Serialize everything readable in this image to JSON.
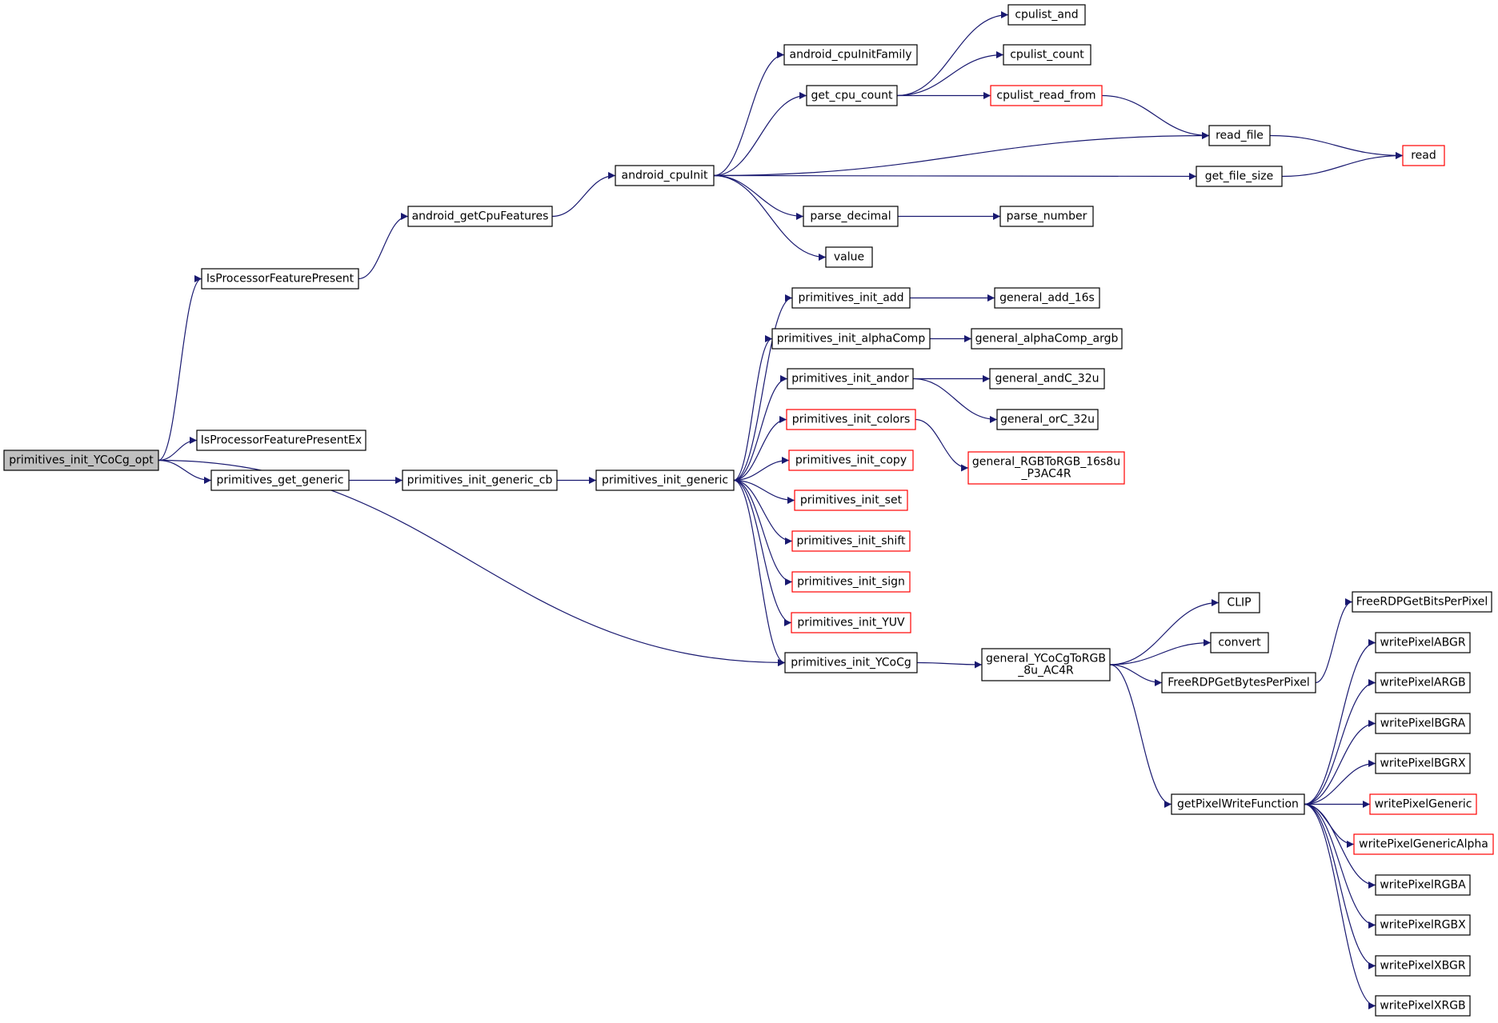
{
  "colors": {
    "edge": "#191970",
    "border_normal": "#000000",
    "border_truncated": "#ff0000",
    "root_fill": "#bfbfbf",
    "node_fill": "#ffffff",
    "text": "#000000"
  },
  "nodes": [
    {
      "id": "primitives_init_YCoCg_opt",
      "lines": [
        "primitives_init_YCoCg_opt"
      ],
      "style": "root"
    },
    {
      "id": "IsProcessorFeaturePresent",
      "lines": [
        "IsProcessorFeaturePresent"
      ],
      "style": "normal"
    },
    {
      "id": "IsProcessorFeaturePresentEx",
      "lines": [
        "IsProcessorFeaturePresentEx"
      ],
      "style": "normal"
    },
    {
      "id": "primitives_get_generic",
      "lines": [
        "primitives_get_generic"
      ],
      "style": "normal"
    },
    {
      "id": "android_getCpuFeatures",
      "lines": [
        "android_getCpuFeatures"
      ],
      "style": "normal"
    },
    {
      "id": "primitives_init_generic_cb",
      "lines": [
        "primitives_init_generic_cb"
      ],
      "style": "normal"
    },
    {
      "id": "android_cpuInit",
      "lines": [
        "android_cpuInit"
      ],
      "style": "normal"
    },
    {
      "id": "primitives_init_generic",
      "lines": [
        "primitives_init_generic"
      ],
      "style": "normal"
    },
    {
      "id": "android_cpuInitFamily",
      "lines": [
        "android_cpuInitFamily"
      ],
      "style": "normal"
    },
    {
      "id": "get_cpu_count",
      "lines": [
        "get_cpu_count"
      ],
      "style": "normal"
    },
    {
      "id": "parse_decimal",
      "lines": [
        "parse_decimal"
      ],
      "style": "normal"
    },
    {
      "id": "value",
      "lines": [
        "value"
      ],
      "style": "normal"
    },
    {
      "id": "primitives_init_add",
      "lines": [
        "primitives_init_add"
      ],
      "style": "normal"
    },
    {
      "id": "primitives_init_alphaComp",
      "lines": [
        "primitives_init_alphaComp"
      ],
      "style": "normal"
    },
    {
      "id": "primitives_init_andor",
      "lines": [
        "primitives_init_andor"
      ],
      "style": "normal"
    },
    {
      "id": "primitives_init_colors",
      "lines": [
        "primitives_init_colors"
      ],
      "style": "truncated"
    },
    {
      "id": "primitives_init_copy",
      "lines": [
        "primitives_init_copy"
      ],
      "style": "truncated"
    },
    {
      "id": "primitives_init_set",
      "lines": [
        "primitives_init_set"
      ],
      "style": "truncated"
    },
    {
      "id": "primitives_init_shift",
      "lines": [
        "primitives_init_shift"
      ],
      "style": "truncated"
    },
    {
      "id": "primitives_init_sign",
      "lines": [
        "primitives_init_sign"
      ],
      "style": "truncated"
    },
    {
      "id": "primitives_init_YUV",
      "lines": [
        "primitives_init_YUV"
      ],
      "style": "truncated"
    },
    {
      "id": "primitives_init_YCoCg",
      "lines": [
        "primitives_init_YCoCg"
      ],
      "style": "normal"
    },
    {
      "id": "cpulist_and",
      "lines": [
        "cpulist_and"
      ],
      "style": "normal"
    },
    {
      "id": "cpulist_count",
      "lines": [
        "cpulist_count"
      ],
      "style": "normal"
    },
    {
      "id": "cpulist_read_from",
      "lines": [
        "cpulist_read_from"
      ],
      "style": "truncated"
    },
    {
      "id": "parse_number",
      "lines": [
        "parse_number"
      ],
      "style": "normal"
    },
    {
      "id": "general_add_16s",
      "lines": [
        "general_add_16s"
      ],
      "style": "normal"
    },
    {
      "id": "general_alphaComp_argb",
      "lines": [
        "general_alphaComp_argb"
      ],
      "style": "normal"
    },
    {
      "id": "general_andC_32u",
      "lines": [
        "general_andC_32u"
      ],
      "style": "normal"
    },
    {
      "id": "general_orC_32u",
      "lines": [
        "general_orC_32u"
      ],
      "style": "normal"
    },
    {
      "id": "general_RGBToRGB_16s8u_P3AC4R",
      "lines": [
        "general_RGBToRGB_16s8u",
        "_P3AC4R"
      ],
      "style": "truncated"
    },
    {
      "id": "general_YCoCgToRGB_8u_AC4R",
      "lines": [
        "general_YCoCgToRGB",
        "_8u_AC4R"
      ],
      "style": "normal"
    },
    {
      "id": "read_file",
      "lines": [
        "read_file"
      ],
      "style": "normal"
    },
    {
      "id": "get_file_size",
      "lines": [
        "get_file_size"
      ],
      "style": "normal"
    },
    {
      "id": "CLIP",
      "lines": [
        "CLIP"
      ],
      "style": "normal"
    },
    {
      "id": "convert",
      "lines": [
        "convert"
      ],
      "style": "normal"
    },
    {
      "id": "FreeRDPGetBytesPerPixel",
      "lines": [
        "FreeRDPGetBytesPerPixel"
      ],
      "style": "normal"
    },
    {
      "id": "getPixelWriteFunction",
      "lines": [
        "getPixelWriteFunction"
      ],
      "style": "normal"
    },
    {
      "id": "read",
      "lines": [
        "read"
      ],
      "style": "truncated"
    },
    {
      "id": "FreeRDPGetBitsPerPixel",
      "lines": [
        "FreeRDPGetBitsPerPixel"
      ],
      "style": "normal"
    },
    {
      "id": "writePixelABGR",
      "lines": [
        "writePixelABGR"
      ],
      "style": "normal"
    },
    {
      "id": "writePixelARGB",
      "lines": [
        "writePixelARGB"
      ],
      "style": "normal"
    },
    {
      "id": "writePixelBGRA",
      "lines": [
        "writePixelBGRA"
      ],
      "style": "normal"
    },
    {
      "id": "writePixelBGRX",
      "lines": [
        "writePixelBGRX"
      ],
      "style": "normal"
    },
    {
      "id": "writePixelGeneric",
      "lines": [
        "writePixelGeneric"
      ],
      "style": "truncated"
    },
    {
      "id": "writePixelGenericAlpha",
      "lines": [
        "writePixelGenericAlpha"
      ],
      "style": "truncated"
    },
    {
      "id": "writePixelRGBA",
      "lines": [
        "writePixelRGBA"
      ],
      "style": "normal"
    },
    {
      "id": "writePixelRGBX",
      "lines": [
        "writePixelRGBX"
      ],
      "style": "normal"
    },
    {
      "id": "writePixelXBGR",
      "lines": [
        "writePixelXBGR"
      ],
      "style": "normal"
    },
    {
      "id": "writePixelXRGB",
      "lines": [
        "writePixelXRGB"
      ],
      "style": "normal"
    }
  ],
  "edges": [
    [
      "primitives_init_YCoCg_opt",
      "IsProcessorFeaturePresent"
    ],
    [
      "primitives_init_YCoCg_opt",
      "IsProcessorFeaturePresentEx"
    ],
    [
      "primitives_init_YCoCg_opt",
      "primitives_get_generic"
    ],
    [
      "primitives_init_YCoCg_opt",
      "primitives_init_YCoCg"
    ],
    [
      "IsProcessorFeaturePresent",
      "android_getCpuFeatures"
    ],
    [
      "android_getCpuFeatures",
      "android_cpuInit"
    ],
    [
      "android_cpuInit",
      "android_cpuInitFamily"
    ],
    [
      "android_cpuInit",
      "get_cpu_count"
    ],
    [
      "android_cpuInit",
      "read_file"
    ],
    [
      "android_cpuInit",
      "get_file_size"
    ],
    [
      "android_cpuInit",
      "parse_decimal"
    ],
    [
      "android_cpuInit",
      "value"
    ],
    [
      "get_cpu_count",
      "cpulist_and"
    ],
    [
      "get_cpu_count",
      "cpulist_count"
    ],
    [
      "get_cpu_count",
      "cpulist_read_from"
    ],
    [
      "cpulist_read_from",
      "read_file"
    ],
    [
      "read_file",
      "read"
    ],
    [
      "get_file_size",
      "read"
    ],
    [
      "parse_decimal",
      "parse_number"
    ],
    [
      "primitives_get_generic",
      "primitives_init_generic_cb"
    ],
    [
      "primitives_init_generic_cb",
      "primitives_init_generic"
    ],
    [
      "primitives_init_generic",
      "primitives_init_add"
    ],
    [
      "primitives_init_generic",
      "primitives_init_alphaComp"
    ],
    [
      "primitives_init_generic",
      "primitives_init_andor"
    ],
    [
      "primitives_init_generic",
      "primitives_init_colors"
    ],
    [
      "primitives_init_generic",
      "primitives_init_copy"
    ],
    [
      "primitives_init_generic",
      "primitives_init_set"
    ],
    [
      "primitives_init_generic",
      "primitives_init_shift"
    ],
    [
      "primitives_init_generic",
      "primitives_init_sign"
    ],
    [
      "primitives_init_generic",
      "primitives_init_YUV"
    ],
    [
      "primitives_init_generic",
      "primitives_init_YCoCg"
    ],
    [
      "primitives_init_add",
      "general_add_16s"
    ],
    [
      "primitives_init_alphaComp",
      "general_alphaComp_argb"
    ],
    [
      "primitives_init_andor",
      "general_andC_32u"
    ],
    [
      "primitives_init_andor",
      "general_orC_32u"
    ],
    [
      "primitives_init_colors",
      "general_RGBToRGB_16s8u_P3AC4R"
    ],
    [
      "primitives_init_YCoCg",
      "general_YCoCgToRGB_8u_AC4R"
    ],
    [
      "general_YCoCgToRGB_8u_AC4R",
      "CLIP"
    ],
    [
      "general_YCoCgToRGB_8u_AC4R",
      "convert"
    ],
    [
      "general_YCoCgToRGB_8u_AC4R",
      "FreeRDPGetBytesPerPixel"
    ],
    [
      "general_YCoCgToRGB_8u_AC4R",
      "getPixelWriteFunction"
    ],
    [
      "FreeRDPGetBytesPerPixel",
      "FreeRDPGetBitsPerPixel"
    ],
    [
      "getPixelWriteFunction",
      "writePixelABGR"
    ],
    [
      "getPixelWriteFunction",
      "writePixelARGB"
    ],
    [
      "getPixelWriteFunction",
      "writePixelBGRA"
    ],
    [
      "getPixelWriteFunction",
      "writePixelBGRX"
    ],
    [
      "getPixelWriteFunction",
      "writePixelGeneric"
    ],
    [
      "getPixelWriteFunction",
      "writePixelGenericAlpha"
    ],
    [
      "getPixelWriteFunction",
      "writePixelRGBA"
    ],
    [
      "getPixelWriteFunction",
      "writePixelRGBX"
    ],
    [
      "getPixelWriteFunction",
      "writePixelXBGR"
    ],
    [
      "getPixelWriteFunction",
      "writePixelXRGB"
    ]
  ]
}
